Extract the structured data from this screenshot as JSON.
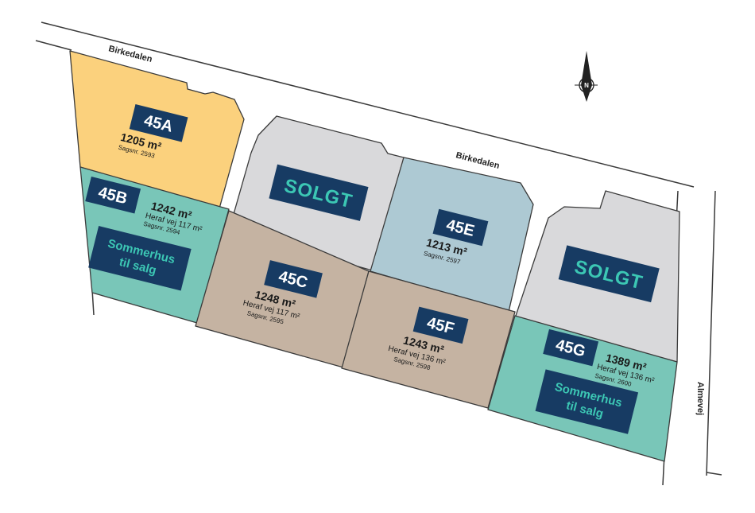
{
  "roads": {
    "top": "Birkedalen",
    "middle": "Birkedalen",
    "right": "Almevej"
  },
  "compass": {
    "letter": "N"
  },
  "colors": {
    "sold_plot": "#d9d9db",
    "plot_45a": "#fbd17d",
    "plot_for_sale": "#79c6b8",
    "plot_tan": "#c5b3a2",
    "plot_45e": "#adc9d3",
    "label_box": "#173b63",
    "accent_text": "#3cc7b4",
    "outline": "#3a3a3a"
  },
  "plots": {
    "p45a": {
      "id": "45A",
      "area": "1205 m²",
      "case": "Sagsnr. 2593"
    },
    "p45b": {
      "id": "45B",
      "area": "1242 m²",
      "road": "Heraf vej 117 m²",
      "case": "Sagsnr. 2594",
      "status_line1": "Sommerhus",
      "status_line2": "til salg"
    },
    "p45c": {
      "id": "45C",
      "area": "1248 m²",
      "road": "Heraf vej 117 m²",
      "case": "Sagsnr. 2595"
    },
    "p45e": {
      "id": "45E",
      "area": "1213 m²",
      "case": "Sagsnr. 2597"
    },
    "p45f": {
      "id": "45F",
      "area": "1243 m²",
      "road": "Heraf vej 136 m²",
      "case": "Sagsnr. 2598"
    },
    "p45g": {
      "id": "45G",
      "area": "1389 m²",
      "road": "Heraf vej 136 m²",
      "case": "Sagsnr. 2600",
      "status_line1": "Sommerhus",
      "status_line2": "til salg"
    },
    "sold_left": {
      "label": "SOLGT"
    },
    "sold_right": {
      "label": "SOLGT"
    }
  }
}
